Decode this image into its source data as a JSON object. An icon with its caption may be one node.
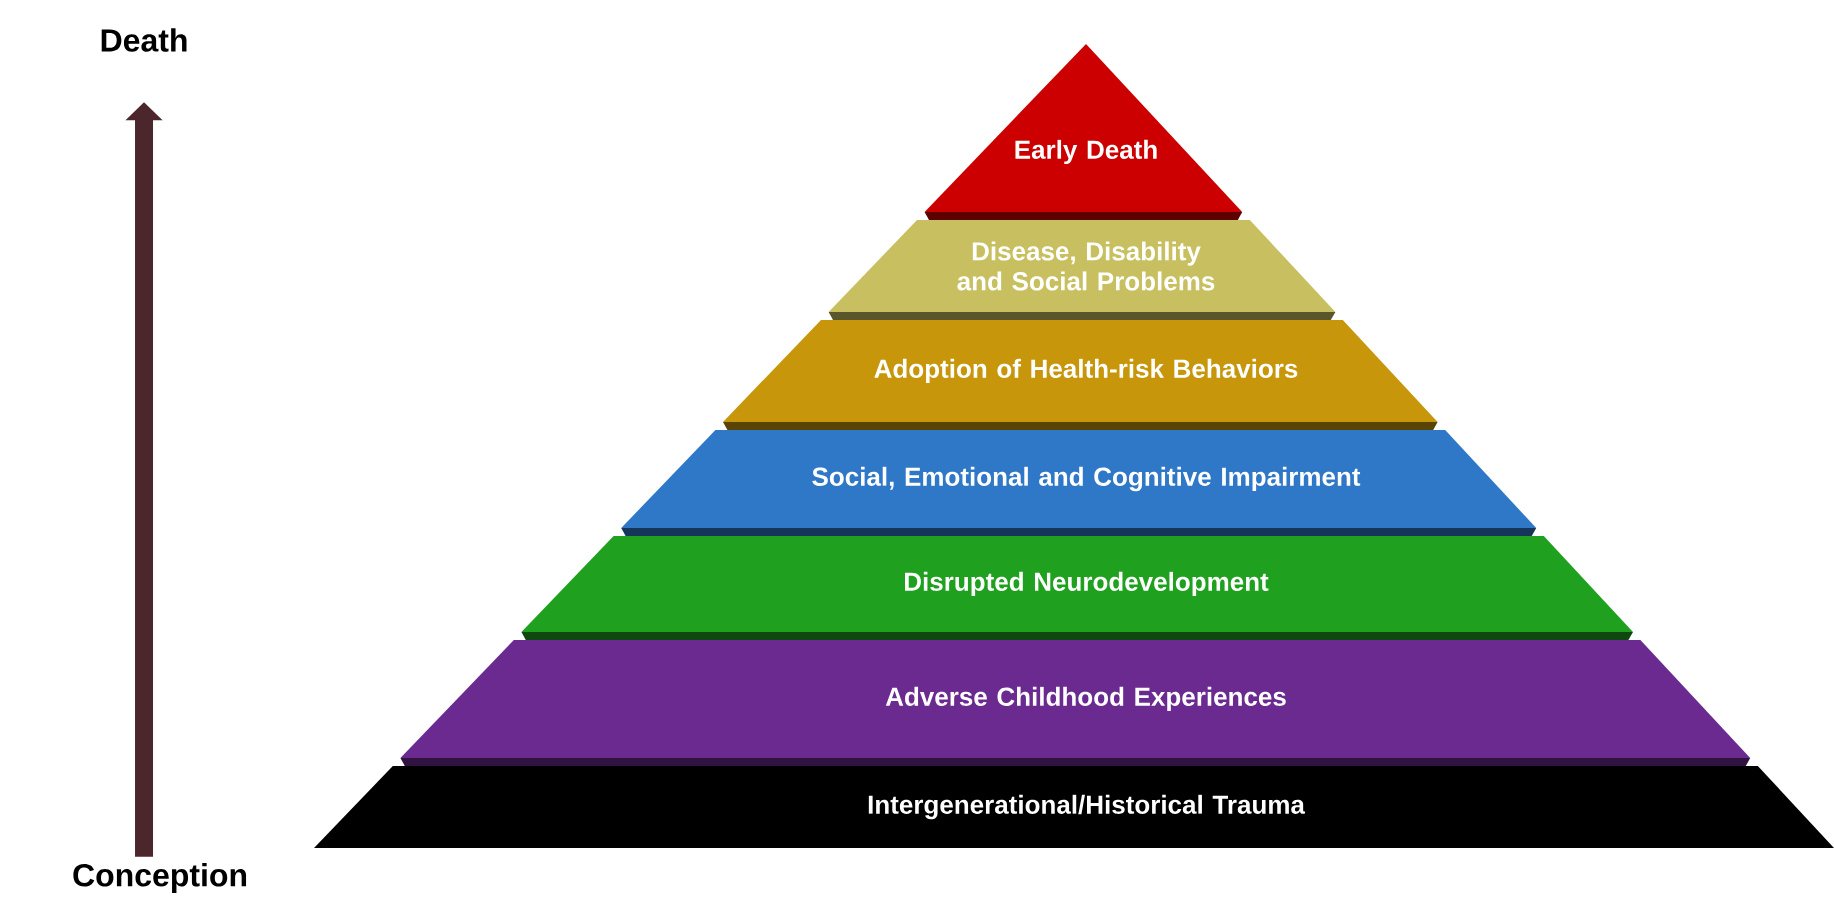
{
  "diagram": {
    "nodes": [
      {
        "text": [
          "Death"
        ]
      },
      {
        "text": [
          "Early Death"
        ]
      },
      {
        "text": [
          "Disease, Disability and Social Problems"
        ]
      },
      {
        "text": [
          "Adoption of Health-risk Behaviors"
        ]
      },
      {
        "text": [
          "Social, Emotional and Cognitive Impairment"
        ]
      },
      {
        "text": [
          "Disrupted Neurodevelopment"
        ]
      },
      {
        "text": [
          "Adverse Childhood Experiences"
        ]
      },
      {
        "text": [
          "Intergenerational/Historical Trauma"
        ]
      },
      {
        "text": [
          "Conception"
        ]
      }
    ],
    "edges": [
      {
        "from": 8,
        "to": 0,
        "arrow": "to"
      }
    ]
  }
}
